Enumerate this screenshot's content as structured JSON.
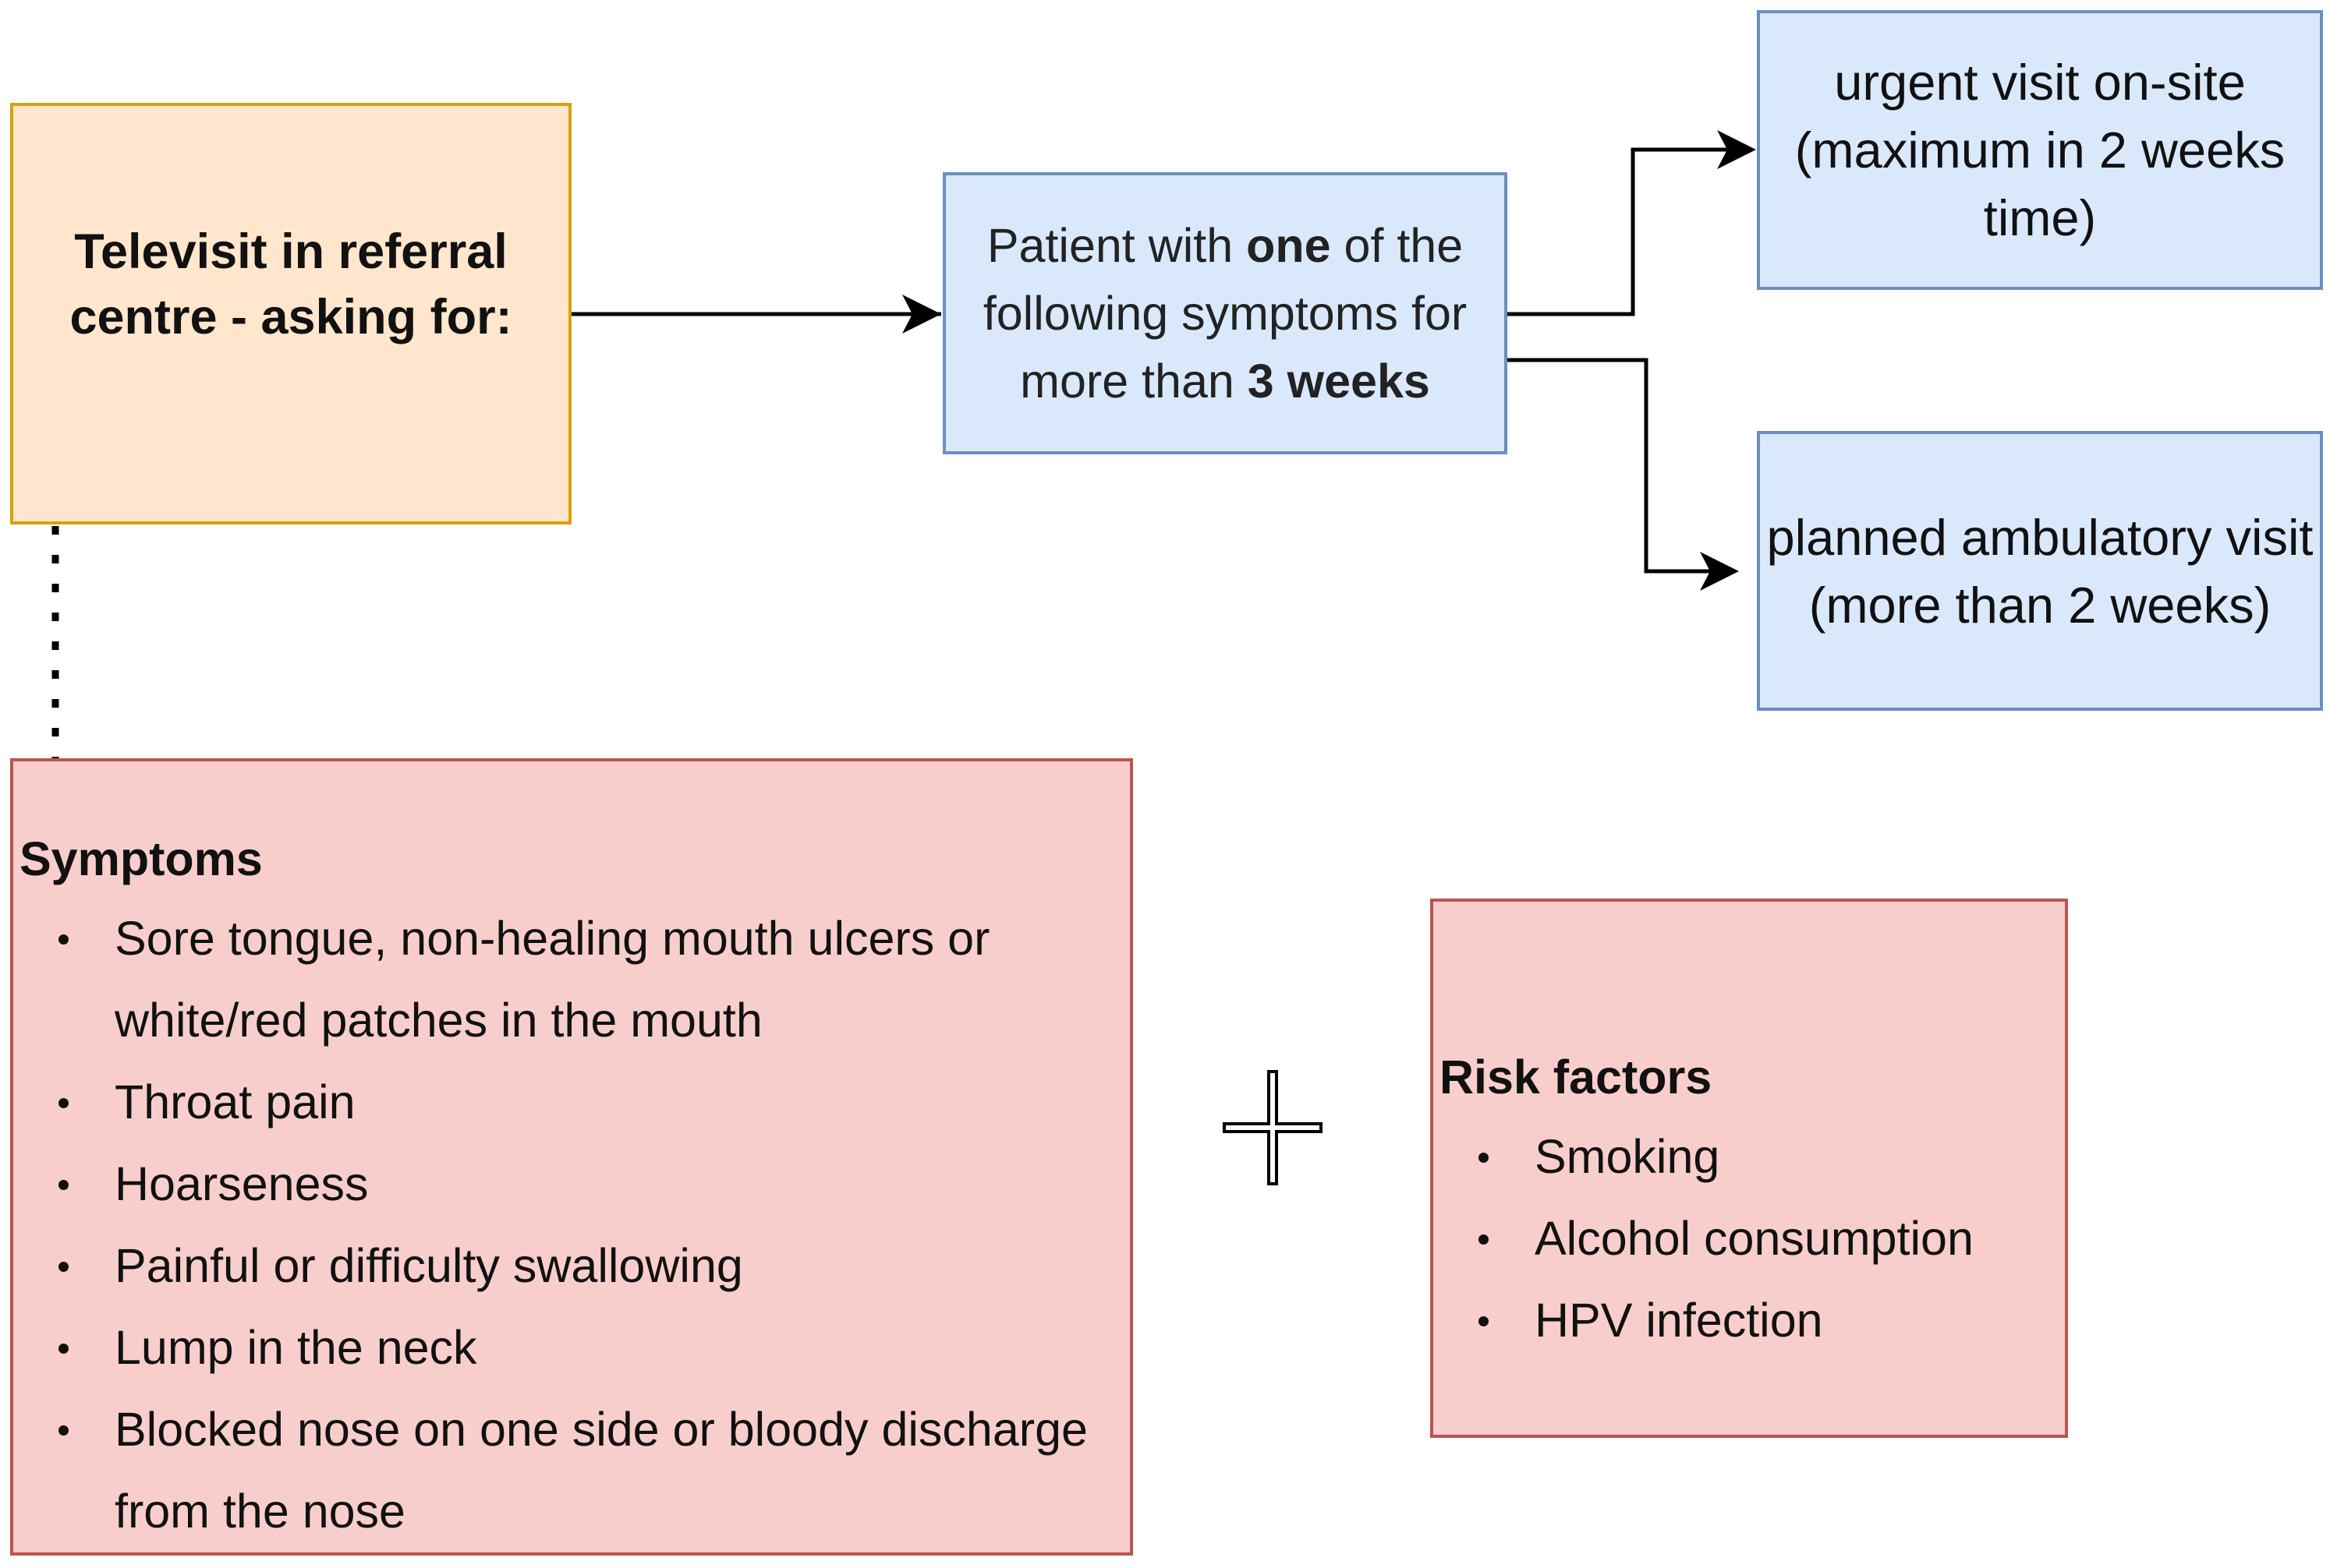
{
  "televisit": {
    "text": "Televisit in referral centre - asking for:"
  },
  "patient": {
    "part1": "Patient with ",
    "bold1": "one",
    "part2": " of the following symptoms for more than ",
    "bold2": "3 weeks"
  },
  "urgent": {
    "text": "urgent visit on-site (maximum in 2 weeks time)"
  },
  "planned": {
    "text": "planned ambulatory visit (more than 2 weeks)"
  },
  "symptoms": {
    "title": "Symptoms",
    "items": [
      "Sore tongue, non-healing mouth ulcers or white/red patches in the mouth",
      "Throat pain",
      "Hoarseness",
      "Painful or difficulty swallowing",
      "Lump in the neck",
      "Blocked nose on one side or bloody discharge from the nose"
    ]
  },
  "risk_factors": {
    "title": "Risk factors",
    "items": [
      "Smoking",
      "Alcohol consumption",
      "HPV infection"
    ]
  },
  "icons": {
    "plus": "plus-icon"
  },
  "colors": {
    "televisit_fill": "#ffe6cc",
    "televisit_border": "#d6a10b",
    "blue_fill": "#dae8fc",
    "blue_border": "#6c8ebf",
    "red_fill": "#f8cecc",
    "red_border": "#b85450"
  }
}
